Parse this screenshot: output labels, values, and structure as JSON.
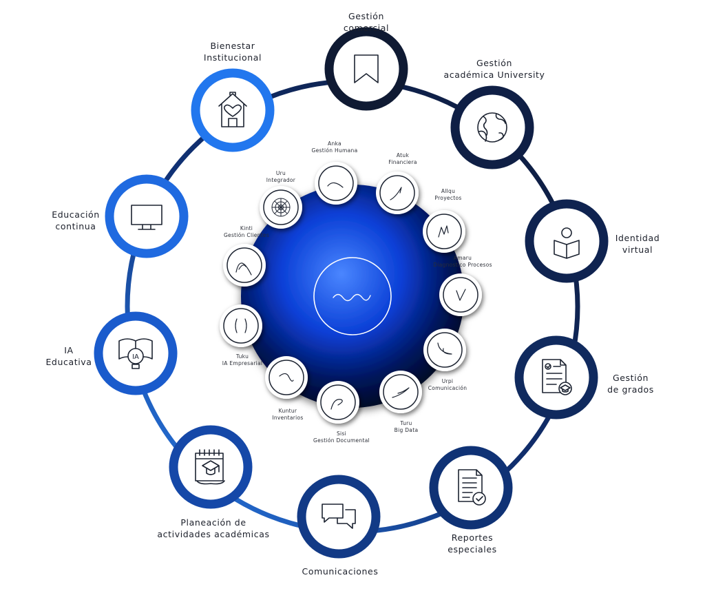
{
  "outer_nodes": [
    {
      "id": "gestion-comercial",
      "lines": [
        "Gestión",
        "comercial"
      ],
      "icon": "bookmark-icon",
      "ring_color": "#0f1a33"
    },
    {
      "id": "gestion-academica",
      "lines": [
        "Gestión",
        "académica University"
      ],
      "icon": "globe-icon",
      "ring_color": "#0f1f45"
    },
    {
      "id": "identidad-virtual",
      "lines": [
        "Identidad",
        "virtual"
      ],
      "icon": "reader-icon",
      "ring_color": "#0f2350"
    },
    {
      "id": "gestion-grados",
      "lines": [
        "Gestión",
        "de grados"
      ],
      "icon": "graduation-document-icon",
      "ring_color": "#102a5e"
    },
    {
      "id": "reportes-especiales",
      "lines": [
        "Reportes",
        "especiales"
      ],
      "icon": "report-check-icon",
      "ring_color": "#0f3275"
    },
    {
      "id": "comunicaciones",
      "lines": [
        "Comunicaciones"
      ],
      "icon": "chat-bubbles-icon",
      "ring_color": "#123a86"
    },
    {
      "id": "planeacion",
      "lines": [
        "Planeación de",
        "actividades académicas"
      ],
      "icon": "calendar-graduation-icon",
      "ring_color": "#1548a8"
    },
    {
      "id": "ia-educativa",
      "lines": [
        "IA",
        "Educativa"
      ],
      "icon": "ai-book-icon",
      "ring_color": "#1a5bcc"
    },
    {
      "id": "educacion-continua",
      "lines": [
        "Educación",
        "continua"
      ],
      "icon": "monitor-icon",
      "ring_color": "#1f6ae0"
    },
    {
      "id": "bienestar",
      "lines": [
        "Bienestar",
        "Institucional"
      ],
      "icon": "heart-house-icon",
      "ring_color": "#2277ee"
    }
  ],
  "inner_nodes": [
    {
      "id": "anka",
      "lines": [
        "Anka",
        "Gestión Humana"
      ],
      "icon": "anka-glyph-icon"
    },
    {
      "id": "atuk",
      "lines": [
        "Atuk",
        "Financiera"
      ],
      "icon": "atuk-glyph-icon"
    },
    {
      "id": "allqu",
      "lines": [
        "Allqu",
        "Proyectos"
      ],
      "icon": "allqu-glyph-icon"
    },
    {
      "id": "amaru",
      "lines": [
        "Amaru",
        "Diagnostico Procesos"
      ],
      "icon": "amaru-glyph-icon"
    },
    {
      "id": "urpi",
      "lines": [
        "Urpi",
        "Comunicación"
      ],
      "icon": "urpi-glyph-icon"
    },
    {
      "id": "turu",
      "lines": [
        "Turu",
        "Big Data"
      ],
      "icon": "turu-glyph-icon"
    },
    {
      "id": "sisi",
      "lines": [
        "Sisi",
        "Gestión Documental"
      ],
      "icon": "sisi-glyph-icon"
    },
    {
      "id": "kuntur",
      "lines": [
        "Kuntur",
        "Inventarios"
      ],
      "icon": "kuntur-glyph-icon"
    },
    {
      "id": "tuku",
      "lines": [
        "Tuku",
        "IA Empresarial"
      ],
      "icon": "tuku-glyph-icon"
    },
    {
      "id": "kinti",
      "lines": [
        "Kinti",
        "Gestión Clientes"
      ],
      "icon": "kinti-glyph-icon"
    },
    {
      "id": "uru",
      "lines": [
        "Uru",
        "Integrador"
      ],
      "icon": "web-icon"
    }
  ],
  "center": {
    "icon": "wave-logo-icon"
  },
  "colors": {
    "text": "#1b1f2a",
    "ring_dark": "#0f1a33",
    "ring_light": "#2277ee",
    "orb": "#0a3fd6"
  }
}
